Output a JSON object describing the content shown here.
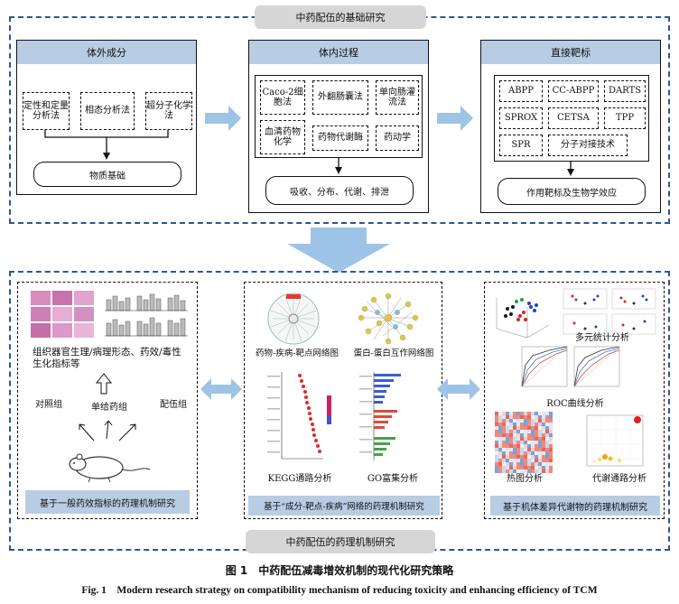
{
  "top_section": {
    "banner": "中药配伍的基础研究",
    "panel_in_vitro": {
      "title": "体外成分",
      "methods": [
        "定性和定量分析法",
        "相态分析法",
        "超分子化学法"
      ],
      "result": "物质基础"
    },
    "panel_in_vivo": {
      "title": "体内过程",
      "methods_row1": [
        "Caco-2细胞法",
        "外翻肠囊法",
        "单向肠灌流法"
      ],
      "methods_row2": [
        "血清药物化学",
        "药物代谢酶",
        "药动学"
      ],
      "result": "吸收、分布、代谢、排泄"
    },
    "panel_targets": {
      "title": "直接靶标",
      "methods": [
        "ABPP",
        "CC-ABPP",
        "DARTS",
        "SPROX",
        "CETSA",
        "TPP",
        "SPR",
        "分子对接技术"
      ],
      "result": "作用靶标及生物学效应"
    }
  },
  "bottom_section": {
    "banner": "中药配伍的药理机制研究",
    "panel_left": {
      "indicator_text": "组织器官生理/病理形态、药效/毒性生化指标等",
      "group_single": "单给药组",
      "group_control": "对照组",
      "group_combo": "配伍组",
      "footer": "基于一般药效指标的药理机制研究"
    },
    "panel_middle": {
      "network1": "药物-疾病-靶点网络图",
      "network2": "蛋白-蛋白互作网络图",
      "kegg": "KEGG通路分析",
      "go": "GO富集分析",
      "footer": "基于“成分-靶点-疾病”网络的药理机制研究"
    },
    "panel_right": {
      "multivariate": "多元统计分析",
      "roc": "ROC曲线分析",
      "heatmap": "热图分析",
      "pathway": "代谢通路分析",
      "footer": "基于机体差异代谢物的药理机制研究"
    }
  },
  "caption": {
    "zh": "图 1　中药配伍减毒增效机制的现代化研究策略",
    "en": "Fig. 1　Modern research strategy on compatibility mechanism of reducing toxicity and enhancing efficiency of TCM"
  },
  "colors": {
    "outer_dash": "#2e5597",
    "header_fill": "#b8cce4",
    "banner_fill": "#d6d6d6",
    "arrow_fill": "#9dc3e6"
  }
}
